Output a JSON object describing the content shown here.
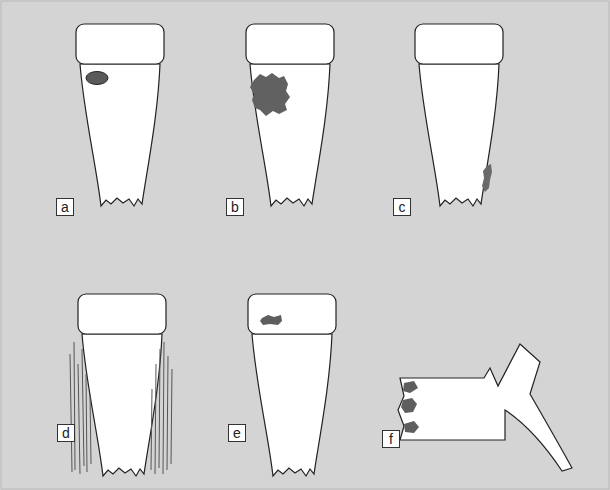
{
  "diagram": {
    "nodes": [
      {
        "text": [
          "a"
        ]
      },
      {
        "text": [
          "b"
        ]
      },
      {
        "text": [
          "c"
        ]
      },
      {
        "text": [
          "d"
        ]
      },
      {
        "text": [
          "e"
        ]
      },
      {
        "text": [
          "f"
        ]
      }
    ]
  }
}
